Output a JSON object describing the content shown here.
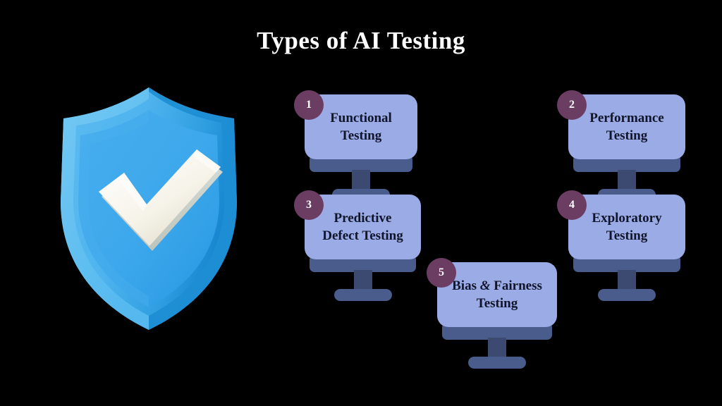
{
  "slide": {
    "title": "Types of AI Testing",
    "background_color": "#000000",
    "title_color": "#ffffff"
  },
  "illustration": {
    "name": "shield-with-checkmark",
    "shield_light": "#63c0f0",
    "shield_face": "#3da8ec",
    "shield_dark": "#1f8ed4",
    "check_color": "#f4f1e6"
  },
  "style": {
    "screen_color": "#9aabe6",
    "base_color": "#4a5c8b",
    "neck_color": "#3c4a72",
    "badge_color": "#6b3d62",
    "label_color": "#11152b",
    "badge_text_color": "#ffffff"
  },
  "cards": [
    {
      "number": "1",
      "label_line1": "Functional",
      "label_line2": "Testing"
    },
    {
      "number": "2",
      "label_line1": "Performance",
      "label_line2": "Testing"
    },
    {
      "number": "3",
      "label_line1": "Predictive",
      "label_line2": "Defect Testing"
    },
    {
      "number": "4",
      "label_line1": "Exploratory",
      "label_line2": "Testing"
    },
    {
      "number": "5",
      "label_line1_a": "Bias ",
      "label_line1_amp": "&",
      "label_line1_b": " Fairness",
      "label_line2": "Testing"
    }
  ]
}
